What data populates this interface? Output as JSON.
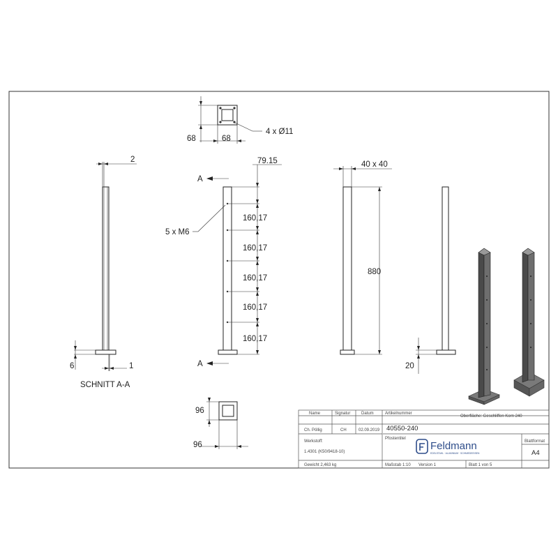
{
  "dims": {
    "top_h": "68",
    "top_w": "68",
    "holes": "4 x Ø11",
    "wall": "2",
    "offset": "79.15",
    "profile": "40 x 40",
    "bores": "5 x M6",
    "spacing": [
      "160,17",
      "160,17",
      "160,17",
      "160,17",
      "160,17"
    ],
    "height": "880",
    "plate_left": "6",
    "gap": "1",
    "plate_right": "20",
    "bottom_h": "96",
    "bottom_w": "96",
    "section_mark": "A"
  },
  "labels": {
    "section": "SCHNITT A-A"
  },
  "title_block": {
    "col_name": "Name",
    "col_signature": "Signatur",
    "col_date": "Datum",
    "name": "Ch. Pöllig",
    "signature": "CH",
    "date": "02.09.2019",
    "material_label": "Werkstoff:",
    "material": "1.4301 (K50/9418-10)",
    "weight": "Gewicht 2,463 kg",
    "article_label": "Artikelnummer",
    "article": "40550-240",
    "surface": "Oberfläche: Geschliffen Korn 240",
    "title_label": "Pfostentitel",
    "brand": "Feldmann",
    "brand_sub": "EDELSTAHL · ALUMINIUM · SCHMIEDEEISEN",
    "scale": "Maßstab 1:10",
    "version": "Version 1",
    "sheet": "Blatt 1 von 5",
    "format_label": "Blattformat",
    "format": "A4"
  }
}
